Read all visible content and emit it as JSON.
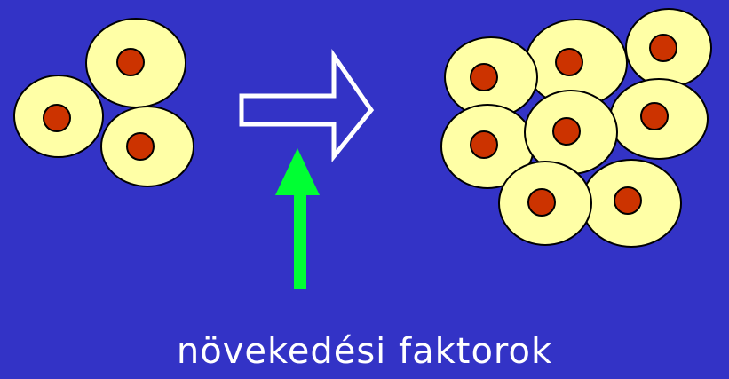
{
  "caption": "növekedési faktorok",
  "colors": {
    "background": "#3333c6",
    "cell_fill": "#ffffa6",
    "cell_stroke": "#000000",
    "nucleus_fill": "#cc3300",
    "process_arrow_stroke": "#ffffff",
    "growth_arrow_fill": "#00ff33"
  },
  "icons": {
    "process_arrow": "hollow-right-arrow",
    "growth_arrow": "solid-up-arrow"
  }
}
